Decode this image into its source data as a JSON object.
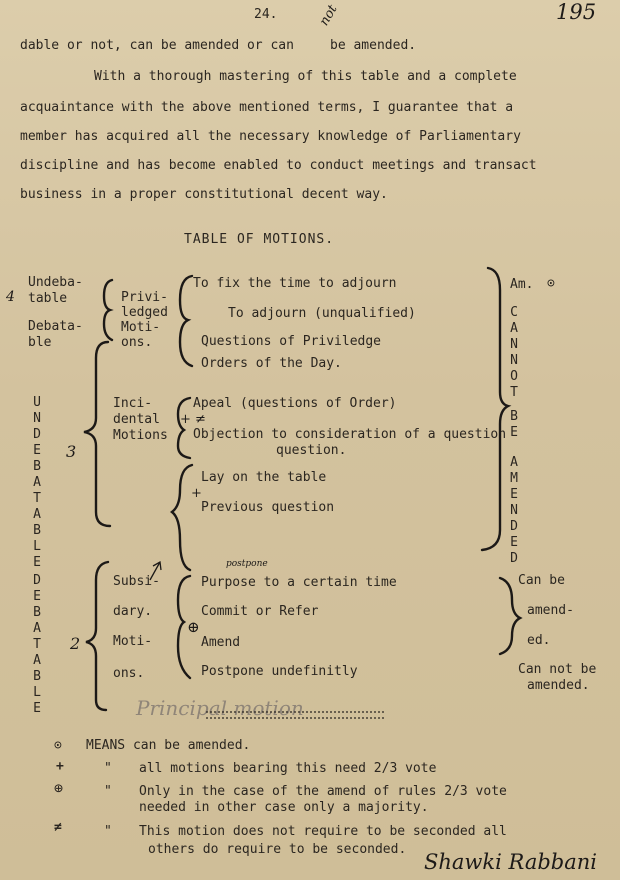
{
  "header": {
    "page_number": "24.",
    "hand_number": "195"
  },
  "body": {
    "line1_a": "dable or not, can be amended or can",
    "line1_insert": "not",
    "line1_b": "be amended.",
    "para": [
      "With a thorough mastering of this table and a complete",
      "acquaintance with the above mentioned terms, I guarantee that a",
      "member has acquired all the necessary knowledge of Parliamentary",
      "discipline and has become enabled to conduct meetings and transact",
      "business in a proper constitutional decent way."
    ]
  },
  "table": {
    "title": "TABLE OF MOTIONS.",
    "undebatable_top": [
      "Undeba-",
      "table"
    ],
    "debatable_top": [
      "Debata-",
      "ble"
    ],
    "hand_4": "4",
    "privileged_group": [
      "Privi-",
      "ledged",
      "Moti-",
      "ons."
    ],
    "privileged_items": [
      "To fix the time to adjourn",
      "To adjourn (unqualified)",
      "Questions of Priviledge",
      "Orders of the Day."
    ],
    "undebatable_vertical": [
      "U",
      "N",
      "D",
      "E",
      "B",
      "A",
      "T",
      "A",
      "B",
      "L",
      "E"
    ],
    "hand_3": "3",
    "incidental_group": [
      "Inci-",
      "dental",
      "Motions"
    ],
    "incidental_items": [
      "Apeal (questions of Order)",
      "Objection to consideration of a question",
      "question."
    ],
    "subsidiary_upper_items": [
      "Lay on the table",
      "Previous question"
    ],
    "debatable_vertical": [
      "D",
      "E",
      "B",
      "A",
      "T",
      "A",
      "B",
      "L",
      "E"
    ],
    "hand_2": "2",
    "subsidiary_group": [
      "Subsi-",
      "dary.",
      "Moti-",
      "ons."
    ],
    "subsidiary_items": [
      "Purpose to a certain time",
      "Commit or Refer",
      "Amend",
      "Postpone undefinitly"
    ],
    "hand_postpone": "postpone",
    "right_top": "Am.",
    "cannot_vertical": [
      "C",
      "A",
      "N",
      "N",
      "O",
      "T"
    ],
    "be_vertical": [
      "B",
      "E"
    ],
    "amended_vertical": [
      "A",
      "M",
      "E",
      "N",
      "D",
      "E",
      "D"
    ],
    "can_be": [
      "Can be",
      "amend-",
      "ed."
    ],
    "can_not_be": [
      "Can not be",
      "amended."
    ],
    "hand_principal": "Principal motion"
  },
  "legend": {
    "circle_symbol": "⊙",
    "circle_text": "MEANS can be amended.",
    "plus_symbol": "+",
    "ditto": "\"",
    "plus_text": "all motions bearing this need 2/3 vote",
    "oplus_symbol": "⊕",
    "oplus_text": [
      "Only in the case of the amend of rules 2/3 vote",
      "needed in other case only a majority."
    ],
    "hash_symbol": "≠",
    "hash_text": [
      "This motion does not require to be seconded all",
      "others do require to be seconded."
    ]
  },
  "signature": "Shawki Rabbani"
}
